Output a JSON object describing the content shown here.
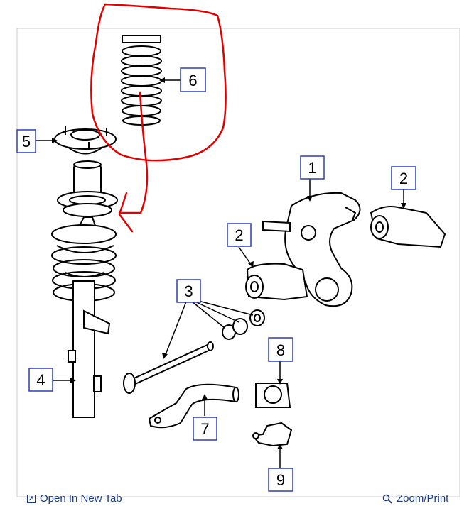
{
  "callouts": [
    {
      "id": "1",
      "label": "1"
    },
    {
      "id": "2a",
      "label": "2"
    },
    {
      "id": "2b",
      "label": "2"
    },
    {
      "id": "3",
      "label": "3"
    },
    {
      "id": "4",
      "label": "4"
    },
    {
      "id": "5",
      "label": "5"
    },
    {
      "id": "6",
      "label": "6"
    },
    {
      "id": "7",
      "label": "7"
    },
    {
      "id": "8",
      "label": "8"
    },
    {
      "id": "9",
      "label": "9"
    }
  ],
  "footer": {
    "open_new_tab": "Open In New Tab",
    "zoom_print": "Zoom/Print"
  },
  "colors": {
    "callout_border": "#2b3fb6",
    "annotation": "#e00000",
    "link": "#1a3c8a"
  }
}
